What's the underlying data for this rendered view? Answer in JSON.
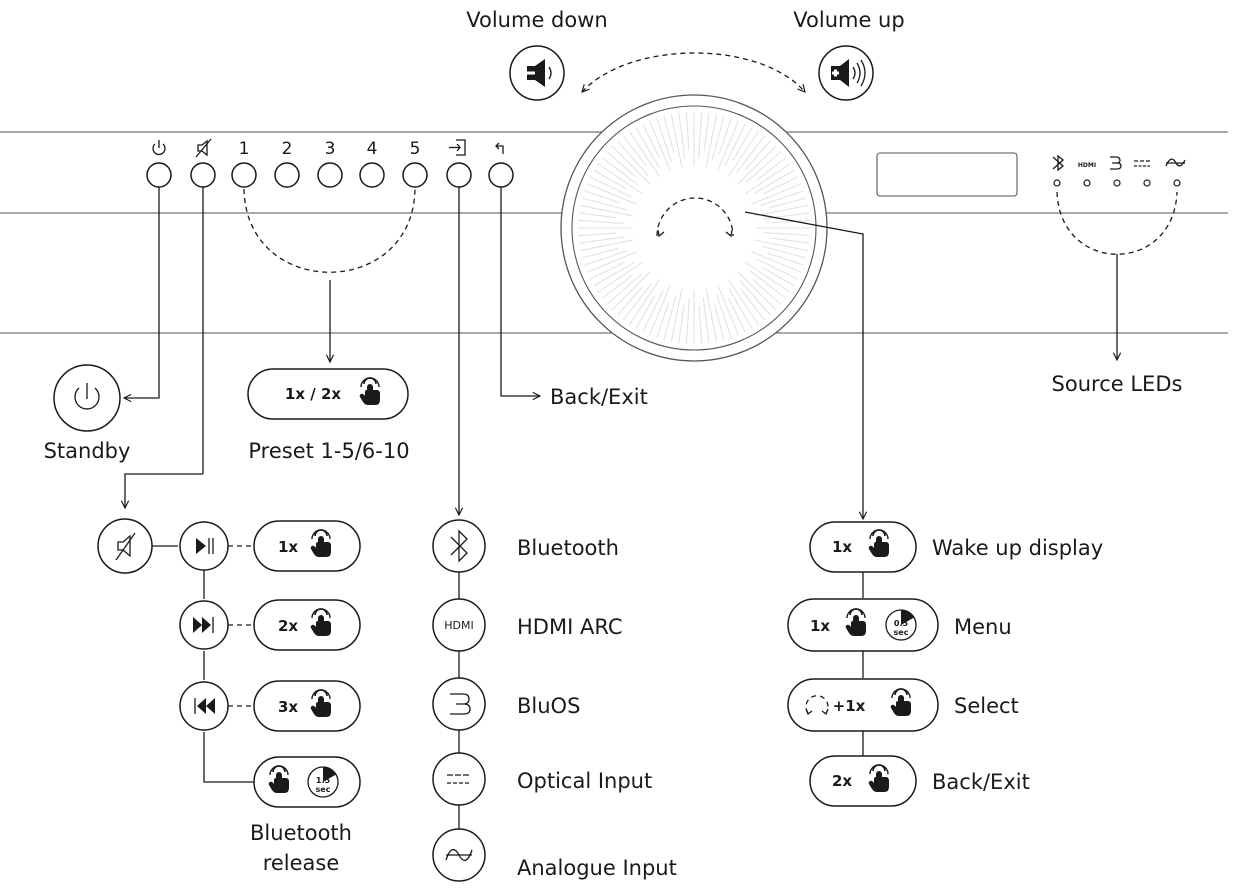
{
  "top": {
    "volume_down": "Volume down",
    "volume_up": "Volume up"
  },
  "panel": {
    "preset_numbers": [
      "1",
      "2",
      "3",
      "4",
      "5"
    ],
    "source_leds": [
      "bluetooth-icon",
      "hdmi-icon",
      "bluos-icon",
      "optical-icon",
      "analogue-icon"
    ],
    "hdmi_led_text": "HDMI"
  },
  "labels": {
    "standby": "Standby",
    "preset": "Preset 1-5/6-10",
    "back_exit": "Back/Exit",
    "source_leds": "Source LEDs"
  },
  "pills": {
    "preset": "1x / 2x",
    "bt_one": "1x",
    "bt_two": "2x",
    "bt_three": "3x",
    "wake": "1x",
    "menu": "1x",
    "select": "+1x",
    "back": "2x"
  },
  "timers": {
    "release": {
      "value": "1.5",
      "unit": "sec"
    },
    "menu": {
      "value": "0.5",
      "unit": "sec"
    }
  },
  "bluetooth_release": {
    "line1": "Bluetooth",
    "line2": "release"
  },
  "sources": [
    {
      "label": "Bluetooth",
      "icon": "bluetooth-icon"
    },
    {
      "label": "HDMI ARC",
      "icon": "hdmi-icon",
      "icon_text": "HDMI"
    },
    {
      "label": "BluOS",
      "icon": "bluos-icon"
    },
    {
      "label": "Optical Input",
      "icon": "optical-icon"
    },
    {
      "label": "Analogue Input",
      "icon": "analogue-icon"
    }
  ],
  "knob_actions": [
    {
      "label": "Wake up display"
    },
    {
      "label": "Menu"
    },
    {
      "label": "Select"
    },
    {
      "label": "Back/Exit"
    }
  ],
  "colors": {
    "ink": "#1a1a1a",
    "panel_line": "#555555",
    "knob_texture": "#e2e2e2"
  }
}
